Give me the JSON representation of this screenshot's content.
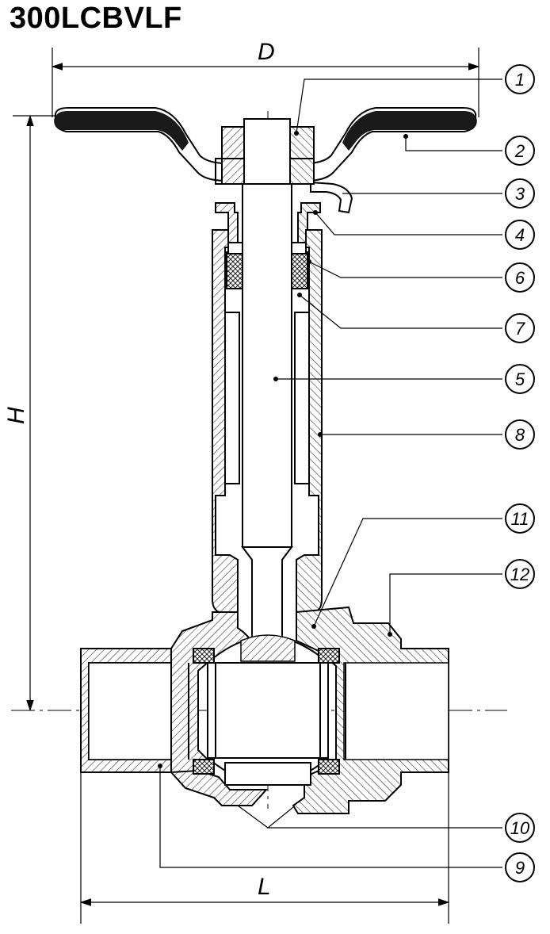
{
  "title": "300LCBVLF",
  "dimensions": {
    "D": "D",
    "H": "H",
    "L": "L"
  },
  "callouts": [
    "1",
    "2",
    "3",
    "4",
    "6",
    "7",
    "5",
    "8",
    "11",
    "12",
    "10",
    "9"
  ],
  "colors": {
    "line": "#000000",
    "hatch": "#555555",
    "handle": "#1a1a1a",
    "background": "#ffffff"
  }
}
